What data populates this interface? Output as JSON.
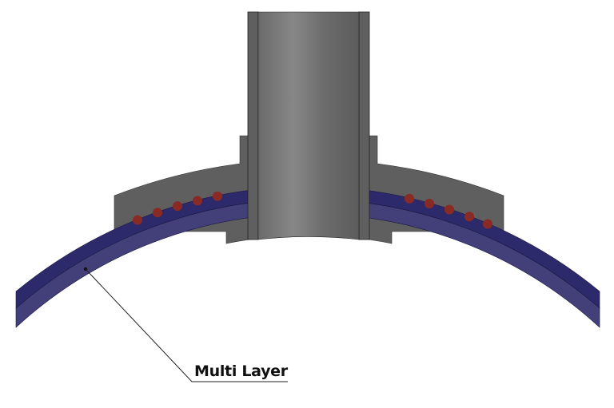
{
  "labels": {
    "multi_layer": "Multi Layer"
  },
  "colors": {
    "housing": "#5f5f5f",
    "shaft_light": "#858585",
    "shaft_dark": "#5a5a5a",
    "layer_outer": "#2d2a6c",
    "layer_inner": "#433f79",
    "bumps": "#8a2a24"
  },
  "parts": [
    "shaft",
    "housing-saddle",
    "multi-layer-shell",
    "bumps"
  ]
}
